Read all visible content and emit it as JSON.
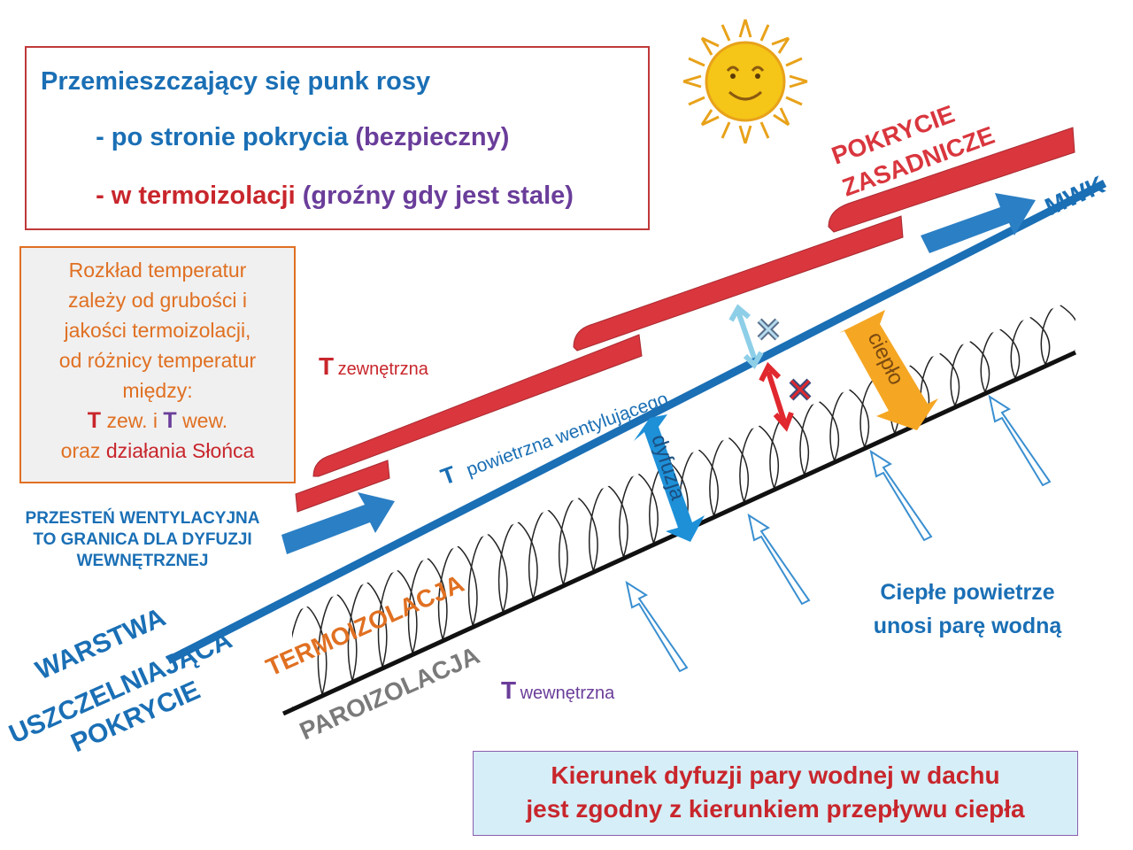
{
  "legend": {
    "title": "Przemieszczający się punk rosy",
    "row1_marker": "✖",
    "row1_part1": "- po stronie pokrycia",
    "row1_part2": "(bezpieczny)",
    "row2_marker": "✖",
    "row2_part1": "- w termoizolacji",
    "row2_part2": "(groźny gdy jest stale)"
  },
  "info": {
    "line1": "Rozkład temperatur",
    "line2": "zależy od grubości i",
    "line3": "jakości termoizolacji,",
    "line4": "od różnicy temperatur",
    "line5": "między:",
    "line6_t1": "T",
    "line6_a": "zew. i",
    "line6_t2": "T",
    "line6_b": "wew.",
    "line7_a": "oraz",
    "line7_b": "działania",
    "line7_c": "Słońca"
  },
  "labels": {
    "pokrycie_zasadnicze_1": "POKRYCIE",
    "pokrycie_zasadnicze_2": "ZASADNICZE",
    "mwk": "MWK",
    "t_letter": "T",
    "t_zewnetrzna": "zewnętrzna",
    "t_powietrzna": "powietrzna wentylującego",
    "t_wewnetrzna": "wewnętrzna",
    "cieplo": "ciepło",
    "dyfuzja": "dyfuzja",
    "przestrzen_1": "PRZESTEŃ WENTYLACYJNA",
    "przestrzen_2": "TO GRANICA DLA DYFUZJI",
    "przestrzen_3": "WEWNĘTRZNEJ",
    "warstwa_1": "WARSTWA",
    "warstwa_2": "USZCZELNIAJĄCA",
    "warstwa_3": "POKRYCIE",
    "termoizolacja": "TERMOIZOLACJA",
    "paroizolacja": "PAROIZOLACJA",
    "cieple_1": "Ciepłe powietrze",
    "cieple_2": "unosi parę wodną"
  },
  "conclusion": {
    "line1": "Kierunek dyfuzji pary wodnej w dachu",
    "line2": "jest zgodny z kierunkiem przepływu ciepła"
  },
  "colors": {
    "blue": "#1a6fb5",
    "red": "#c8262c",
    "orange": "#e07022",
    "purple": "#6a3d9a",
    "gray": "#7a7a7a",
    "roof_red": "#d9363e",
    "sun_yellow": "#f5c518",
    "light_blue": "#8ecfe8"
  },
  "icons": [
    "sun-icon",
    "cross-marker-icon",
    "arrow-icon",
    "double-arrow-icon"
  ]
}
